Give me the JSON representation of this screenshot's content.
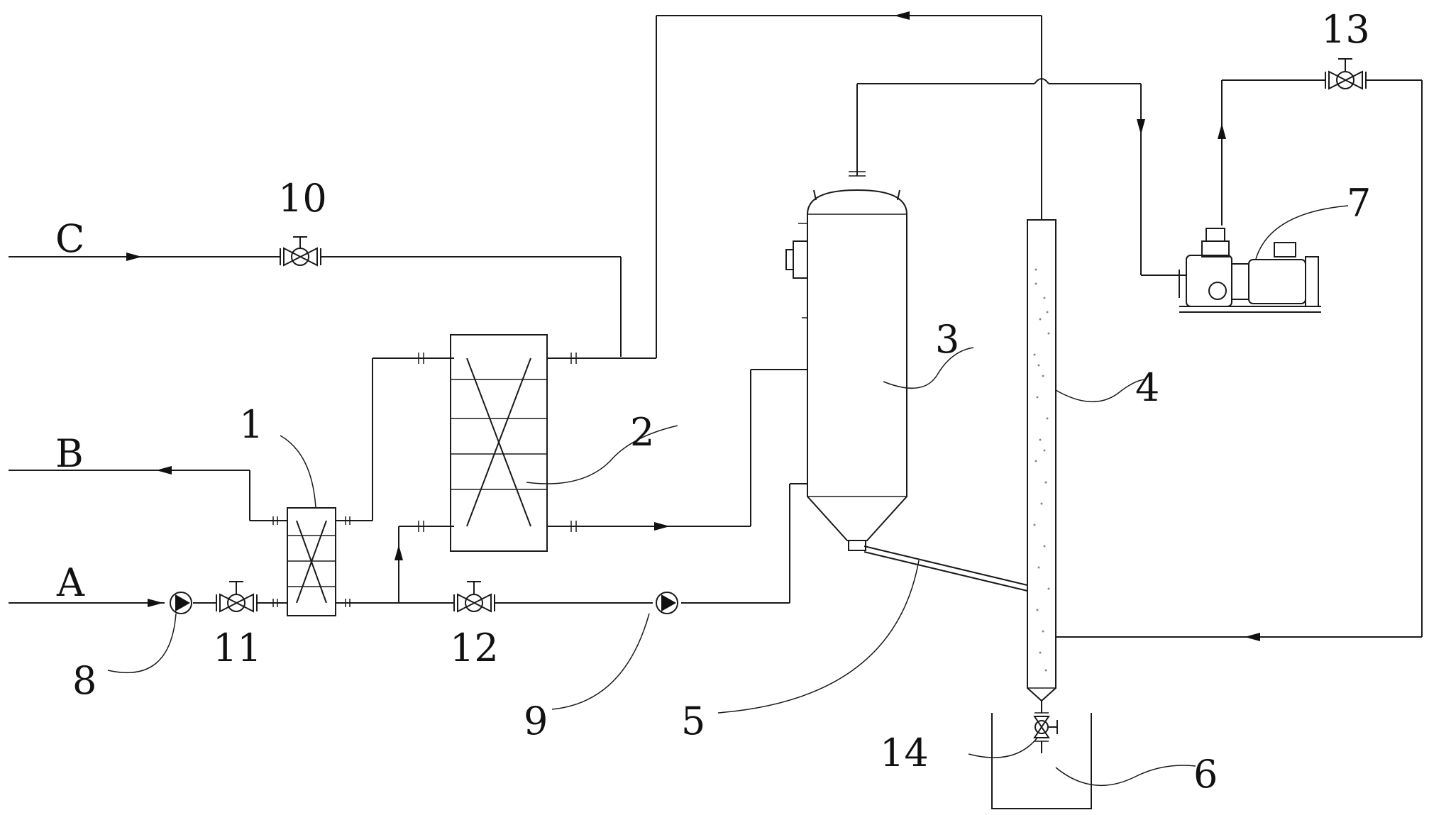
{
  "labels": {
    "stream_a": "A",
    "stream_b": "B",
    "stream_c": "C",
    "n1": "1",
    "n2": "2",
    "n3": "3",
    "n4": "4",
    "n5": "5",
    "n6": "6",
    "n7": "7",
    "n8": "8",
    "n9": "9",
    "n10": "10",
    "n11": "11",
    "n12": "12",
    "n13": "13",
    "n14": "14"
  },
  "colors": {
    "line": "#1a1a1a",
    "background": "#ffffff"
  }
}
